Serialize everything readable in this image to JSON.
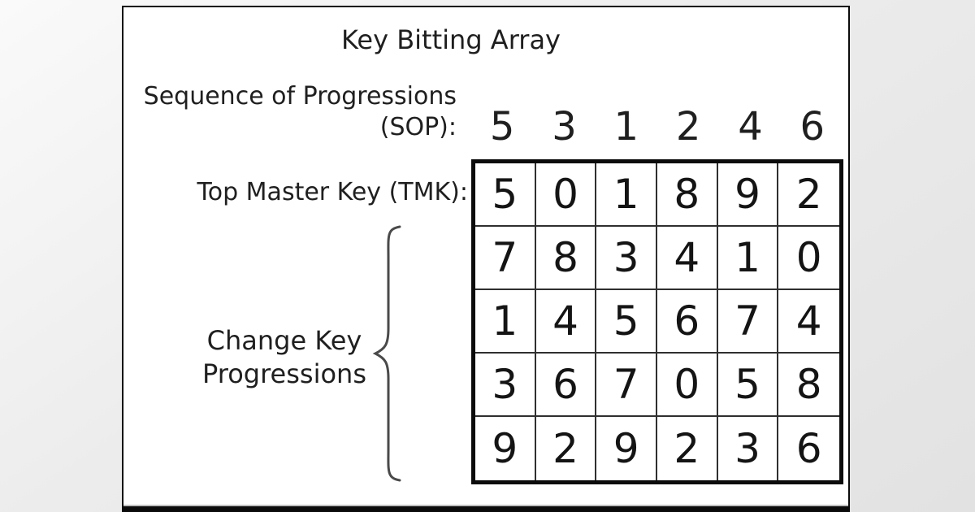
{
  "title": "Key Bitting Array",
  "sop": {
    "label_line1": "Sequence of Progressions",
    "label_line2": "(SOP):",
    "values": [
      "5",
      "3",
      "1",
      "2",
      "4",
      "6"
    ]
  },
  "tmk": {
    "label": "Top Master Key (TMK):"
  },
  "change_key": {
    "label_line1": "Change Key",
    "label_line2": "Progressions"
  },
  "grid": {
    "rows": [
      [
        "5",
        "0",
        "1",
        "8",
        "9",
        "2"
      ],
      [
        "7",
        "8",
        "3",
        "4",
        "1",
        "0"
      ],
      [
        "1",
        "4",
        "5",
        "6",
        "7",
        "4"
      ],
      [
        "3",
        "6",
        "7",
        "0",
        "5",
        "8"
      ],
      [
        "9",
        "2",
        "9",
        "2",
        "3",
        "6"
      ]
    ]
  },
  "colors": {
    "text": "#1f1f1f",
    "panel_bg": "#ffffff",
    "border": "#0b0b0b",
    "grid_border": "#0b0b0b",
    "brace": "#4a4a4a"
  }
}
